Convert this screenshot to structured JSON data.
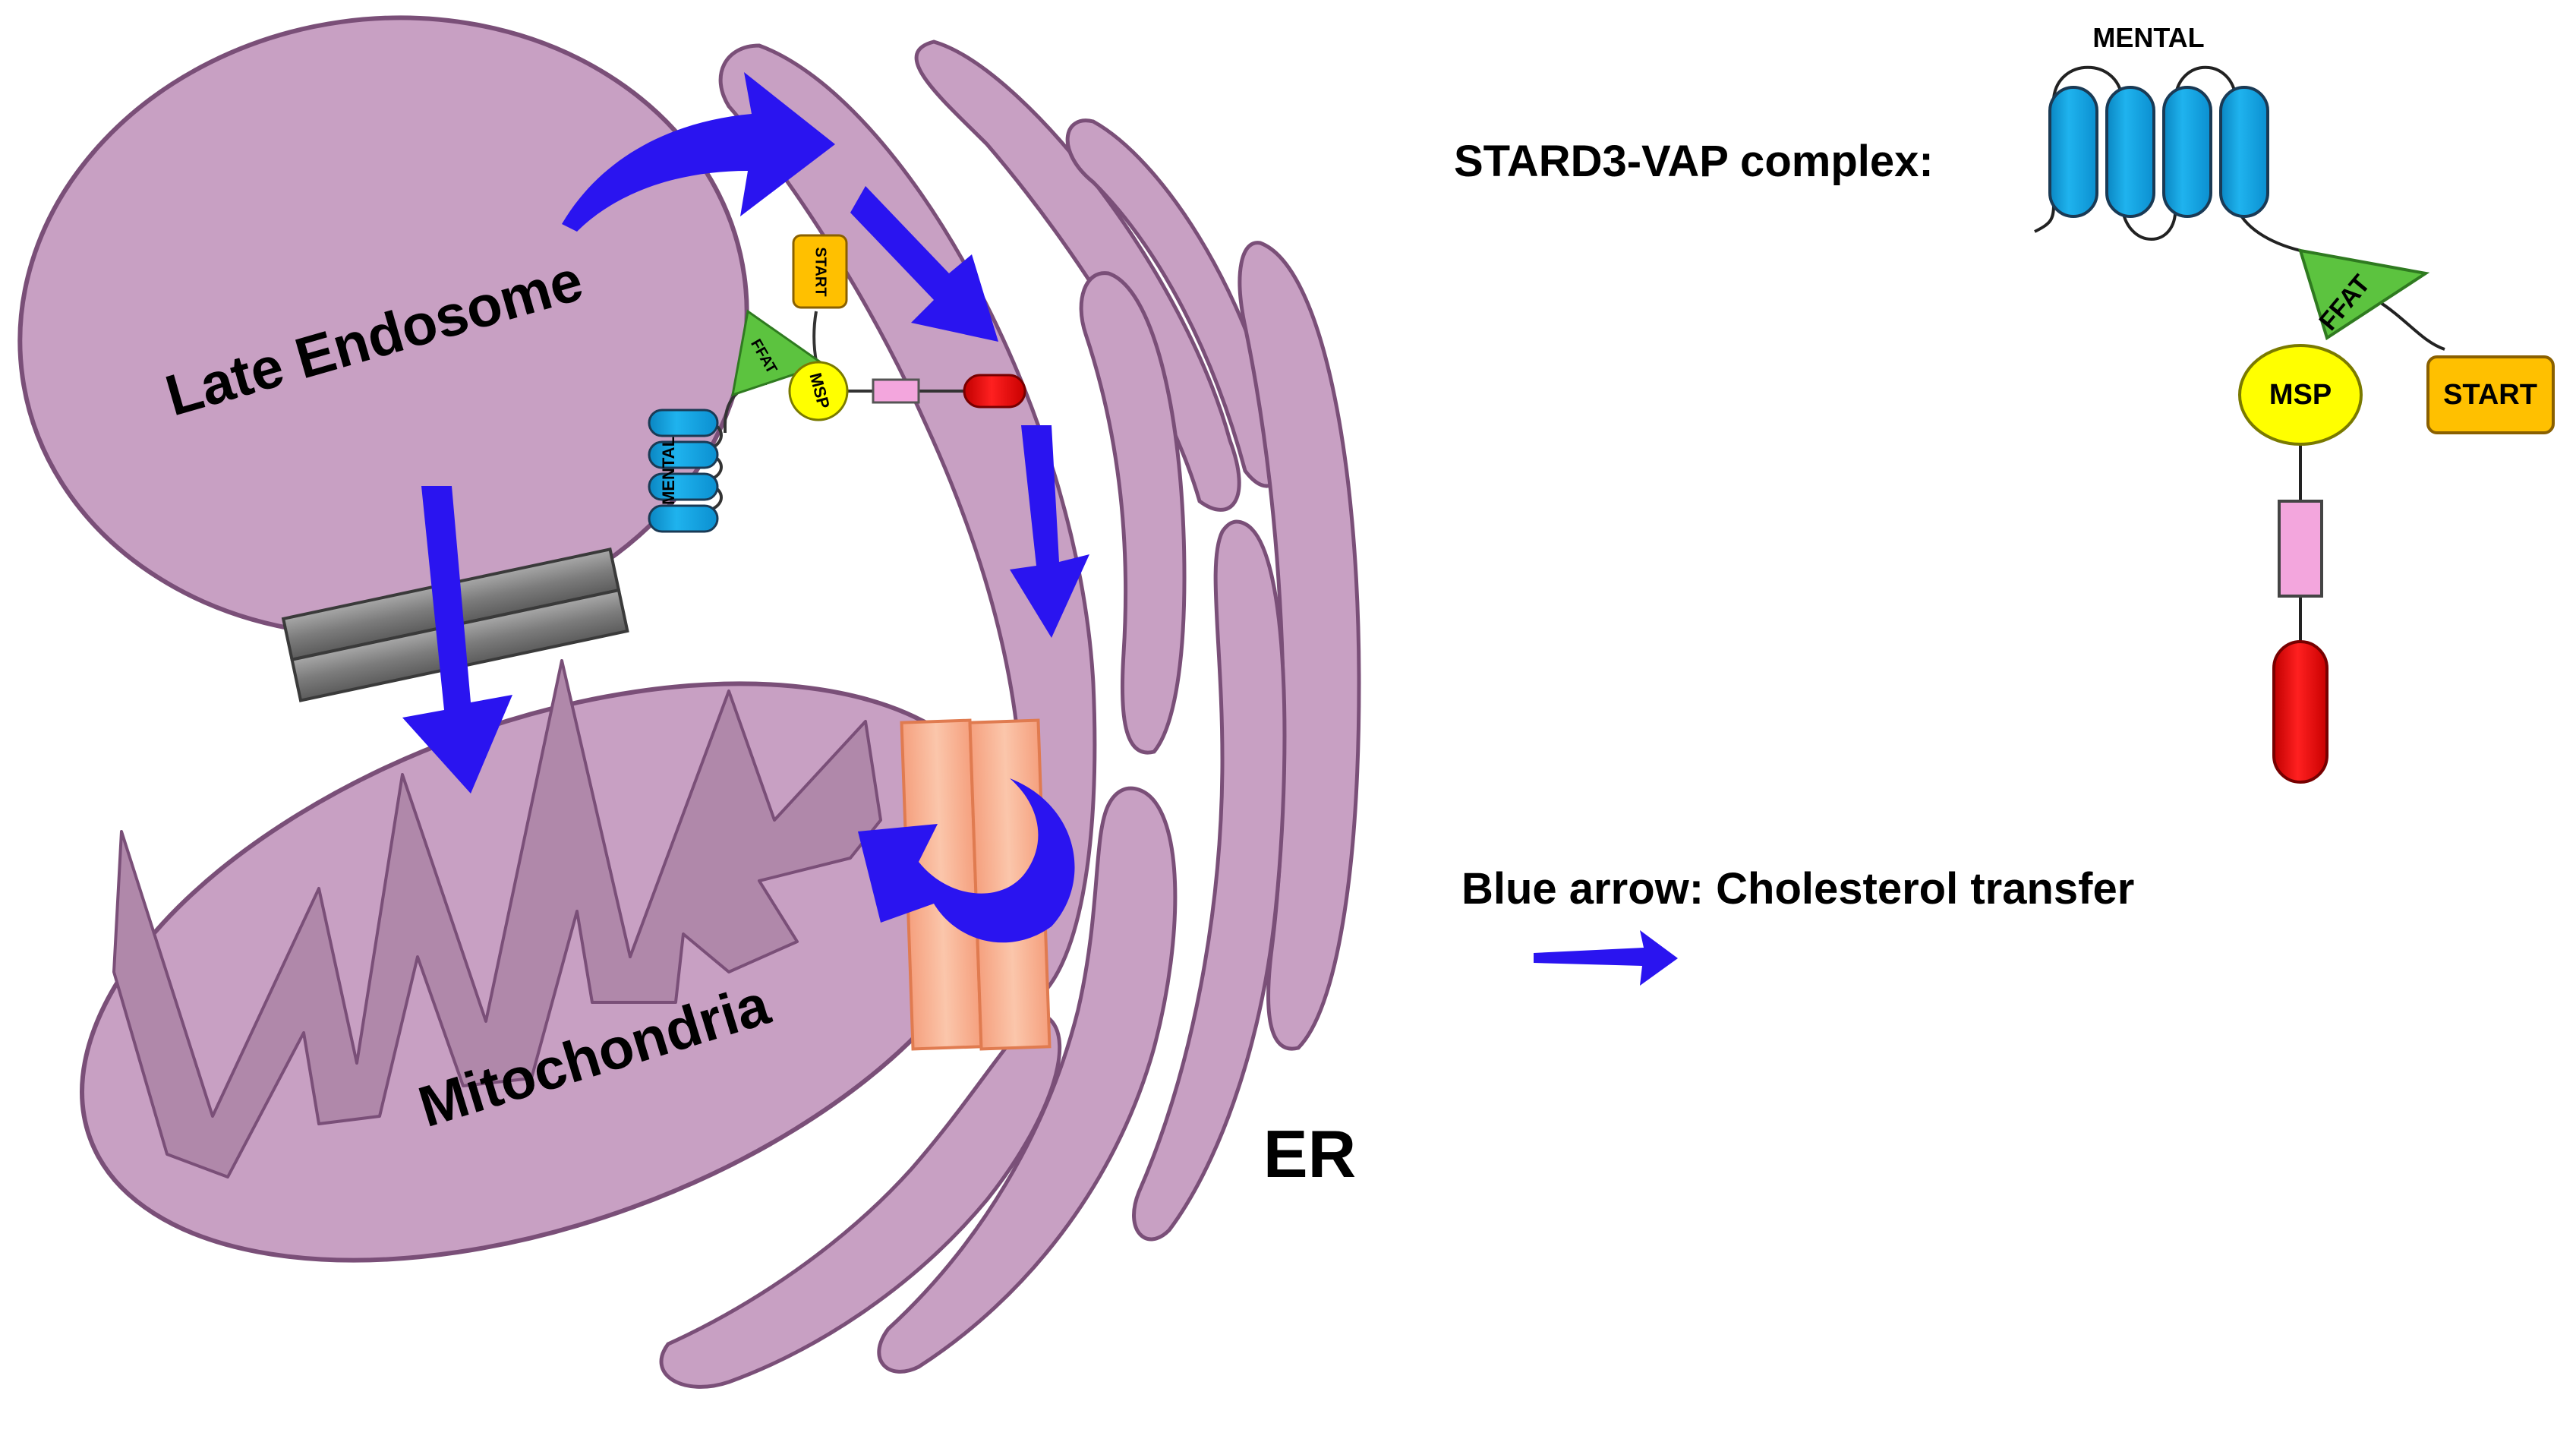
{
  "labels": {
    "late_endosome": "Late Endosome",
    "mitochondria": "Mitochondria",
    "er": "ER",
    "complex_title": "STARD3-VAP complex:",
    "legend_text": "Blue arrow: Cholesterol transfer"
  },
  "domains": {
    "mental": "MENTAL",
    "ffat": "FFAT",
    "msp": "MSP",
    "start": "START"
  },
  "colors": {
    "organelle_fill": "#c8a0c3",
    "organelle_stroke": "#7a4f78",
    "crista_fill": "#b088aa",
    "arrow": "#2a14f0",
    "mental_helix": "#12a6e4",
    "ffat": "#5cc33f",
    "msp": "#ffff00",
    "start": "#ffc000",
    "tm_pink": "#f3a6dd",
    "anchor_red": "#ee0000",
    "tether_gray": "#7f7f7f",
    "contact_orange": "#f7b598"
  }
}
